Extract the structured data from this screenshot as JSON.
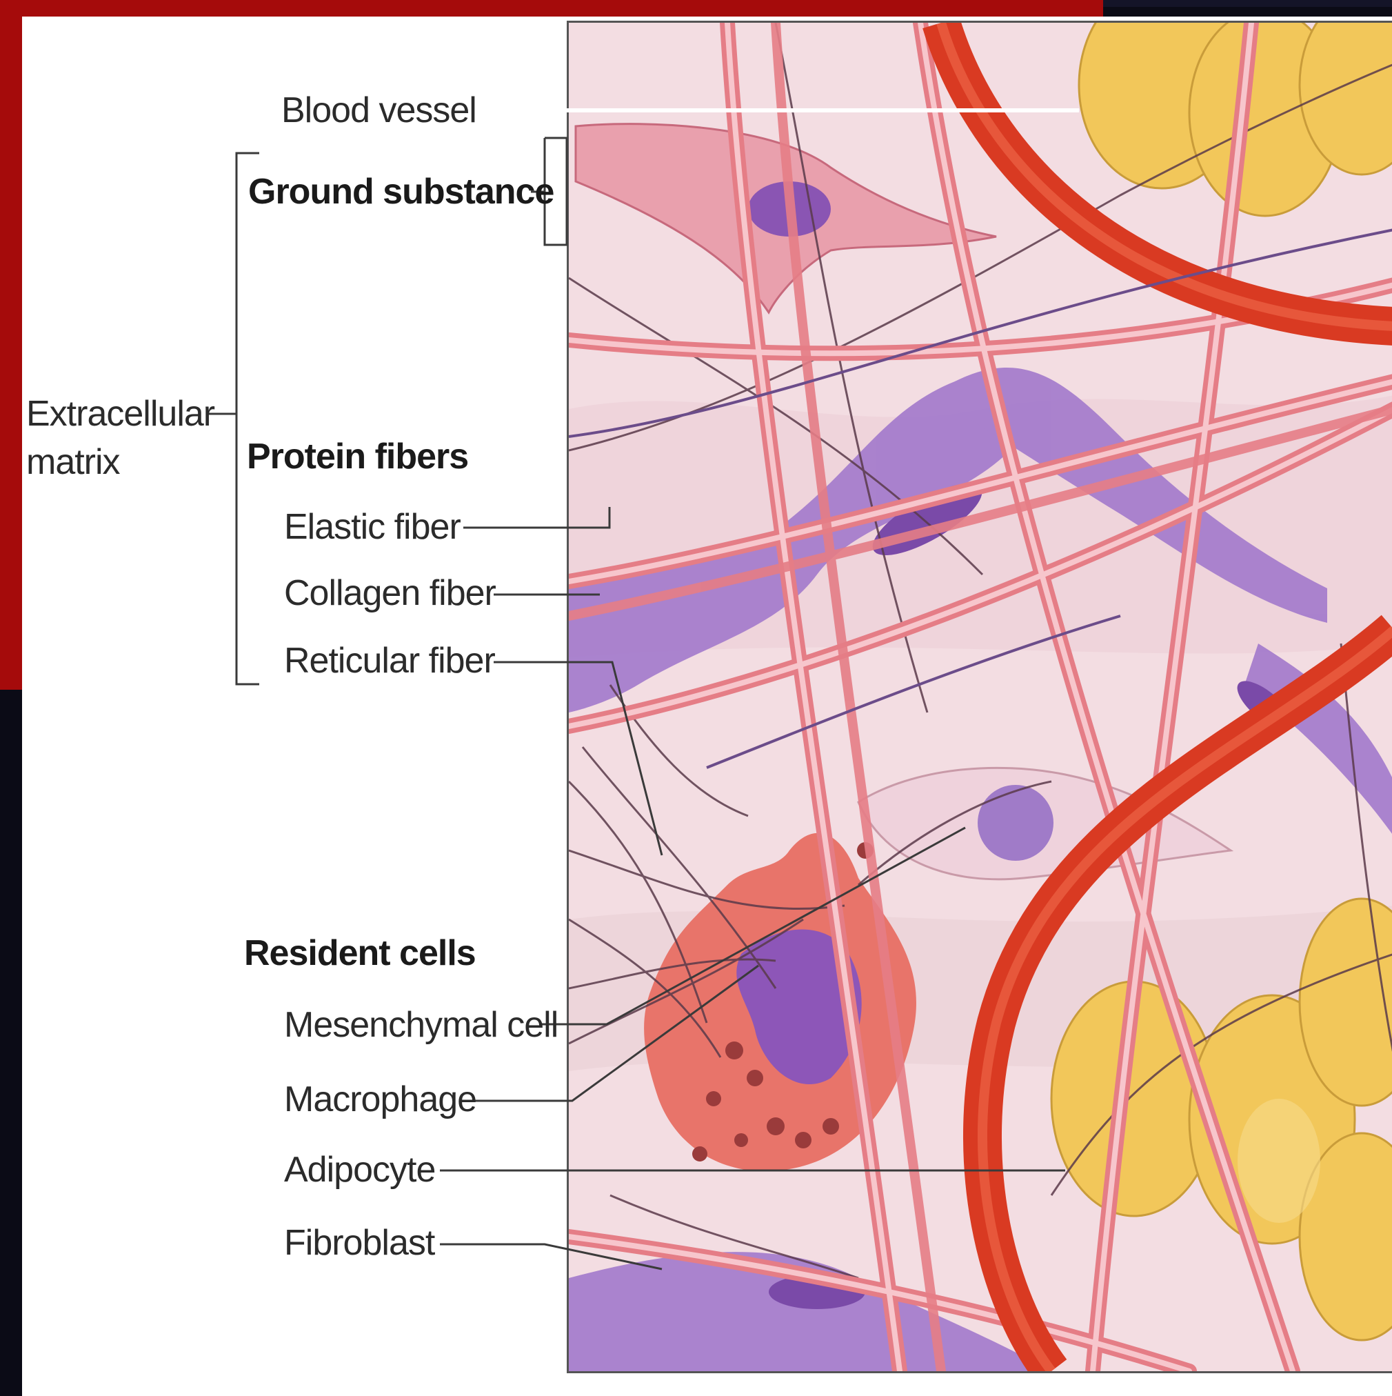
{
  "labels": {
    "blood_vessel": "Blood vessel",
    "ground_substance": "Ground substance",
    "extracellular_matrix_line1": "Extracellular",
    "extracellular_matrix_line2": "matrix",
    "protein_fibers": "Protein fibers",
    "elastic_fiber": "Elastic fiber",
    "collagen_fiber": "Collagen fiber",
    "reticular_fiber": "Reticular fiber",
    "resident_cells": "Resident cells",
    "mesenchymal_cell": "Mesenchymal cell",
    "macrophage": "Macrophage",
    "adipocyte": "Adipocyte",
    "fibroblast": "Fibroblast"
  },
  "colors": {
    "frame_red": "#a50b0b",
    "frame_dark": "#0b0b16",
    "tissue_bg": "#f3d9df",
    "blood_vessel": "#e0442a",
    "collagen": "#f08a8f",
    "fibroblast": "#9b6fc4",
    "adipocyte": "#f2c75a",
    "macrophage": "#e8746a"
  }
}
